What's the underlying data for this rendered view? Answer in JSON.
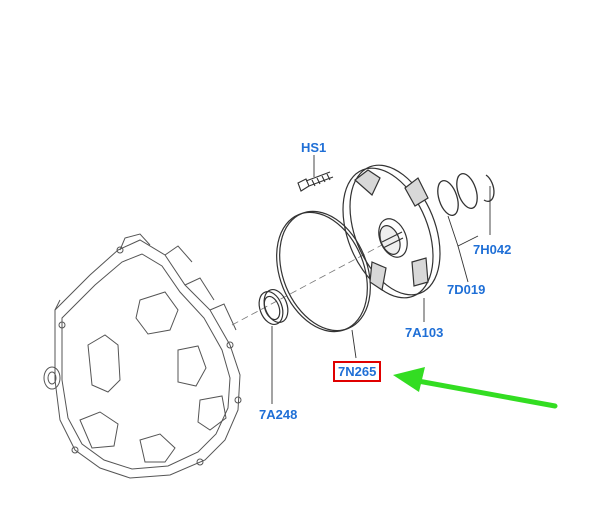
{
  "callouts": {
    "hs1": "HS1",
    "h042": "7H042",
    "d019": "7D019",
    "a103": "7A103",
    "a248": "7A248",
    "n265": "7N265"
  },
  "highlighted_part": "7N265",
  "colors": {
    "label_blue": "#1f6fd6",
    "highlight_red": "#e00000",
    "arrow_green": "#33dd22",
    "line_art": "#555555"
  }
}
